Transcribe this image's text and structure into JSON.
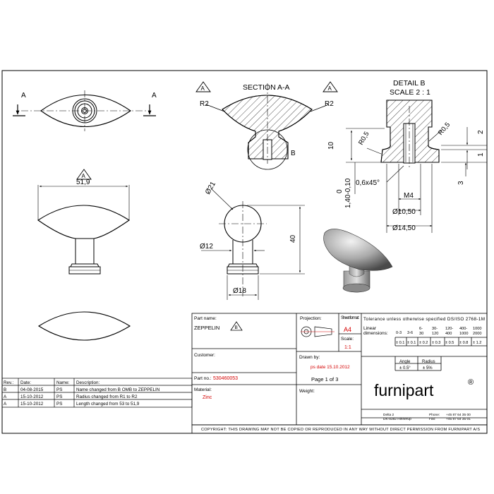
{
  "drawing": {
    "section_label": "SECTION A-A",
    "detail_label": "DETAIL B",
    "detail_scale": "SCALE 2 : 1",
    "cut_marker": "A",
    "datum_marker": "A",
    "detail_marker": "B",
    "revision_marker": "B"
  },
  "dims": {
    "width_top": "51,9",
    "r2_left": "R2",
    "r2_right": "R2",
    "dia_21": "Ø21",
    "dia_12": "Ø12",
    "dia_18": "Ø18",
    "height_40": "40",
    "d_10": "10",
    "r05_left": "R0,5",
    "r05_right": "R0,5",
    "chamfer": "0,6x45°",
    "thread": "M4",
    "dia_1050": "Ø10,50",
    "dia_1450": "Ø14,50",
    "tol_0": "0",
    "tol_range": "1,40-0,10",
    "d_2": "2",
    "d_1": "1",
    "d_3": "3"
  },
  "title_block": {
    "part_name_label": "Part name:",
    "part_name": "ZEPPELIN",
    "projection_label": "Projection:",
    "sheet_format_label": "Sheet format:",
    "sheet_format": "A4",
    "scale_label": "Scale:",
    "scale": "1:1",
    "customer_label": "Customer:",
    "drawn_by_label": "Drawn by:",
    "drawn_by": "ps date 15.10.2012",
    "part_no_label": "Part no.:",
    "part_no": "530460053",
    "page": "Page 1 of 3",
    "material_label": "Material:",
    "material": "Zinc",
    "weight_label": "Weight:",
    "tolerance_title": "Tolerance unless otherwise specified DS/ISO 2768-1M",
    "linear_label": "Linear",
    "dimensions_label": "dimensions:",
    "ranges": [
      "0-3",
      "3-6",
      "6-\n30",
      "30-\n120",
      "120-\n400",
      "400-\n1000",
      "1000\n2000"
    ],
    "tolerances": [
      "± 0.1",
      "± 0.1",
      "± 0.2",
      "± 0.3",
      "± 0.5",
      "± 0.8",
      "± 1.2"
    ],
    "angle_label": "Angle",
    "radius_label": "Radius",
    "angle_tol": "± 0.5°",
    "radius_tol": "± 5%",
    "brand": "furnipart",
    "brand_mark": "®",
    "address_1": "Delta 2",
    "address_2": "DK-8382 Hinnerup",
    "phone_label": "Phone:",
    "phone": "+45 87 64 35 00",
    "fax_label": "Fax:",
    "fax": "+45 87 64 35 01",
    "copyright": "COPYRIGHT: THIS DRAWING MAY NOT BE COPIED OR REPRODUCED IN ANY WAY WITHOUT DIRECT PERMISSION FROM FURNIPART A/S"
  },
  "revision_table": {
    "headers": [
      "Rev.:",
      "Date:",
      "Name:",
      "Description:"
    ],
    "rows": [
      [
        "B",
        "04-08-2015",
        "PS",
        "Name changed from B OMB to ZEPPELIN"
      ],
      [
        "A",
        "15-10-2012",
        "PS",
        "Radius changed from R1 to R2"
      ],
      [
        "A",
        "15-10-2012",
        "PS",
        "Length changed from 53 to 51,9"
      ]
    ]
  }
}
